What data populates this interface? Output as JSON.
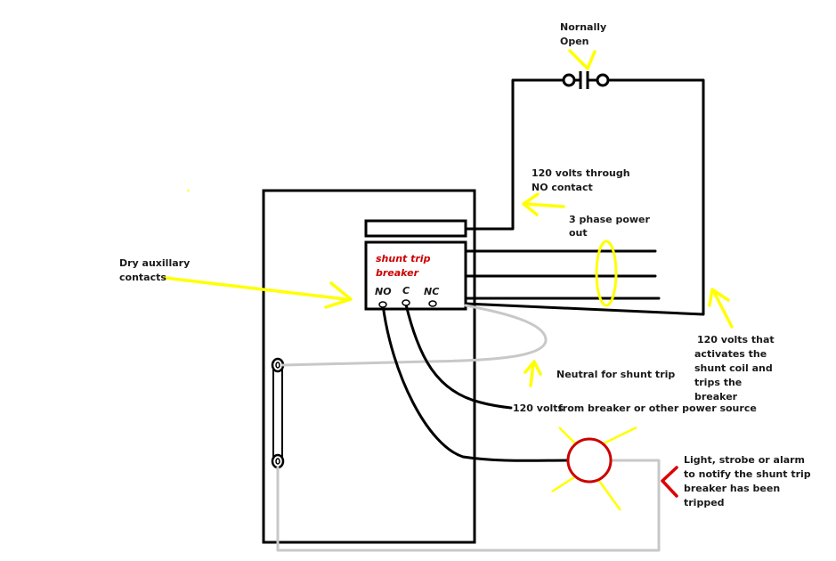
{
  "labels": {
    "normally_open": [
      "Nornally",
      "Open"
    ],
    "through_no": [
      "120 volts through",
      "NO contact"
    ],
    "three_phase": [
      "3 phase power",
      "out"
    ],
    "dry_aux": [
      "Dry auxillary",
      "contacts"
    ],
    "activates": [
      "120 volts that",
      "activates the",
      "shunt coil and",
      "trips the",
      "breaker"
    ],
    "neutral": "Neutral for shunt trip",
    "volts120": "120 volts",
    "from_breaker": "from breaker or other power source",
    "light": [
      "Light, strobe or alarm",
      "to notify the shunt trip",
      "breaker has been",
      "tripped"
    ]
  },
  "breaker": {
    "title": [
      "shunt trip",
      "breaker"
    ],
    "terminals": [
      "NO",
      "C",
      "NC"
    ]
  },
  "colors": {
    "wire": "#000000",
    "neutral_wire": "#c8c8c8",
    "arrow": "#ffff00",
    "light_circle": "#cc0000",
    "notify_arrow": "#dd0000",
    "breaker_label": "#cc0000"
  }
}
